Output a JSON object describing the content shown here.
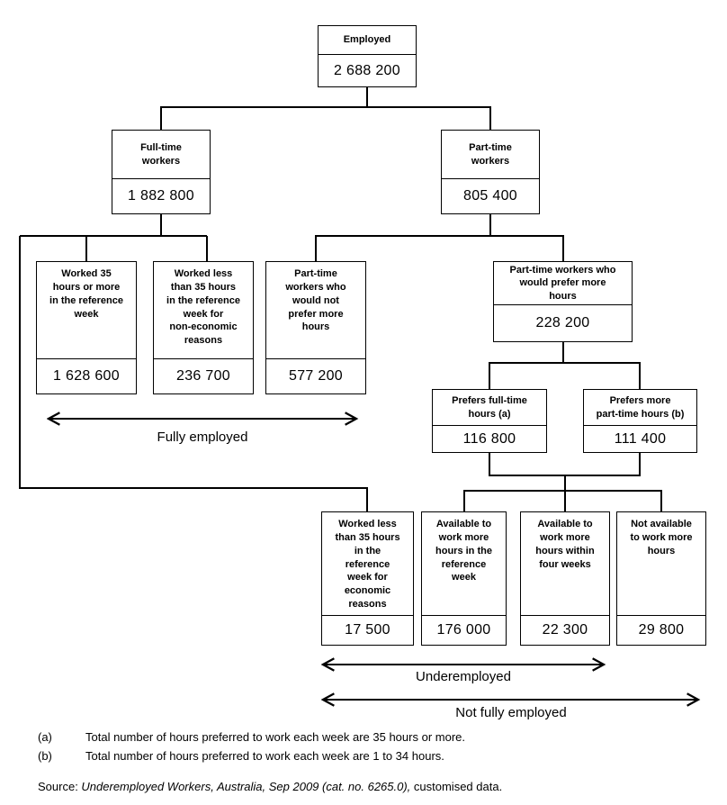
{
  "diagram": {
    "nodes": {
      "employed": {
        "label": "Employed",
        "value": "2 688 200"
      },
      "fulltime": {
        "label": "Full-time\nworkers",
        "value": "1 882 800"
      },
      "parttime": {
        "label": "Part-time\nworkers",
        "value": "805 400"
      },
      "worked35": {
        "label": "Worked 35\nhours or more\nin the reference\nweek",
        "value": "1 628 600"
      },
      "workedless_noneco": {
        "label": "Worked less\nthan 35 hours\nin the reference\nweek for\nnon-economic\nreasons",
        "value": "236 700"
      },
      "pt_not_prefer": {
        "label": "Part-time\nworkers who\nwould not\nprefer more\nhours",
        "value": "577 200"
      },
      "pt_prefer": {
        "label": "Part-time workers who\nwould prefer more\nhours",
        "value": "228 200"
      },
      "prefers_ft": {
        "label": "Prefers full-time\nhours (a)",
        "value": "116 800"
      },
      "prefers_pt": {
        "label": "Prefers more\npart-time hours (b)",
        "value": "111 400"
      },
      "workedless_eco": {
        "label": "Worked less\nthan 35 hours\nin the\nreference\nweek for\neconomic\nreasons",
        "value": "17 500"
      },
      "avail_ref_week": {
        "label": "Available to\nwork more\nhours in the\nreference\nweek",
        "value": "176 000"
      },
      "avail_four_weeks": {
        "label": "Available to\nwork more\nhours within\nfour weeks",
        "value": "22 300"
      },
      "not_avail": {
        "label": "Not available\nto work more\nhours",
        "value": "29 800"
      }
    },
    "spans": {
      "fully_employed": "Fully employed",
      "underemployed": "Underemployed",
      "not_fully_employed": "Not fully employed"
    },
    "footnotes": [
      {
        "marker": "(a)",
        "text": "Total number of hours preferred to work each week are 35 hours or more."
      },
      {
        "marker": "(b)",
        "text": "Total number of hours preferred to work each week are 1 to 34 hours."
      }
    ],
    "source": {
      "prefix": "Source: ",
      "citation": "Underemployed Workers, Australia, Sep 2009 (cat. no. 6265.0),",
      "suffix": " customised data."
    },
    "colors": {
      "line": "#000000",
      "background": "#ffffff"
    }
  }
}
